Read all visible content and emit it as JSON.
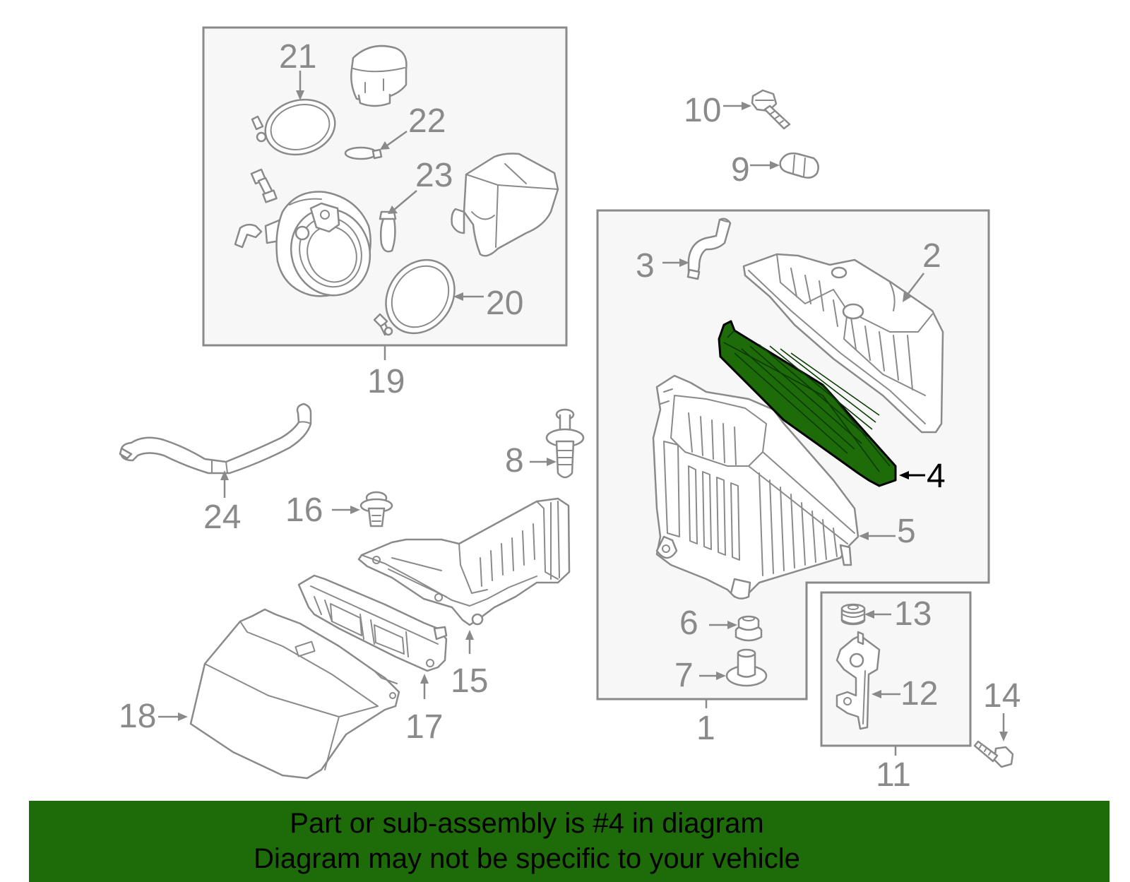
{
  "labels": {
    "l1": "1",
    "l2": "2",
    "l3": "3",
    "l4": "4",
    "l5": "5",
    "l6": "6",
    "l7": "7",
    "l8": "8",
    "l9": "9",
    "l10": "10",
    "l11": "11",
    "l12": "12",
    "l13": "13",
    "l14": "14",
    "l15": "15",
    "l16": "16",
    "l17": "17",
    "l18": "18",
    "l19": "19",
    "l20": "20",
    "l21": "21",
    "l22": "22",
    "l23": "23",
    "l24": "24"
  },
  "highlighted_part": "4",
  "colors": {
    "highlight": "#1e6b0a",
    "line": "#8a8a8a",
    "group_box_fill": "#f7f7f7"
  },
  "banner": {
    "line1": "Part or sub-assembly is #4 in diagram",
    "line2": "Diagram may not be specific to your vehicle"
  }
}
